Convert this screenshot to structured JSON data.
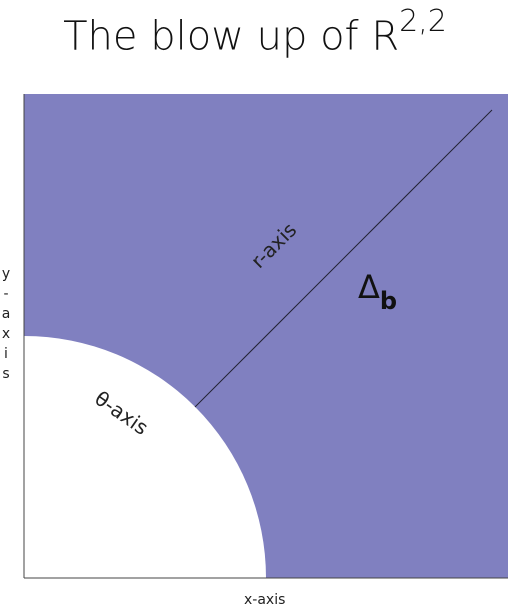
{
  "title": {
    "text": "The blow up of R",
    "superscript": "2,2"
  },
  "axes": {
    "x_label": "x-axis",
    "y_label_chars": [
      "y",
      "-",
      "a",
      "x",
      "i",
      "s"
    ]
  },
  "regions": {
    "delta_symbol": "Δ",
    "delta_subscript": "b"
  },
  "curves": {
    "r_axis": "r-axis",
    "theta_axis": "θ-axis"
  },
  "colors": {
    "fill": "#8080c0",
    "background": "#ffffff",
    "border": "#333333"
  }
}
